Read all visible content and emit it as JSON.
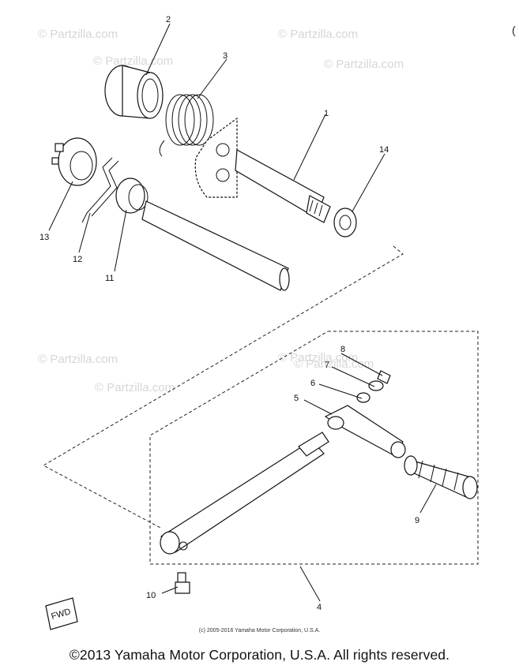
{
  "diagram": {
    "part_labels": [
      "1",
      "2",
      "3",
      "4",
      "5",
      "6",
      "7",
      "8",
      "9",
      "10",
      "11",
      "12",
      "13",
      "14"
    ],
    "watermark": "© Partzilla.com",
    "fwd_label": "FWD",
    "corner_mark": "("
  },
  "footer": {
    "fine_print": "(c) 2005-2016 Yamaha Motor Corporation, U.S.A.",
    "copyright": "©2013 Yamaha Motor Corporation, U.S.A. All rights reserved."
  }
}
